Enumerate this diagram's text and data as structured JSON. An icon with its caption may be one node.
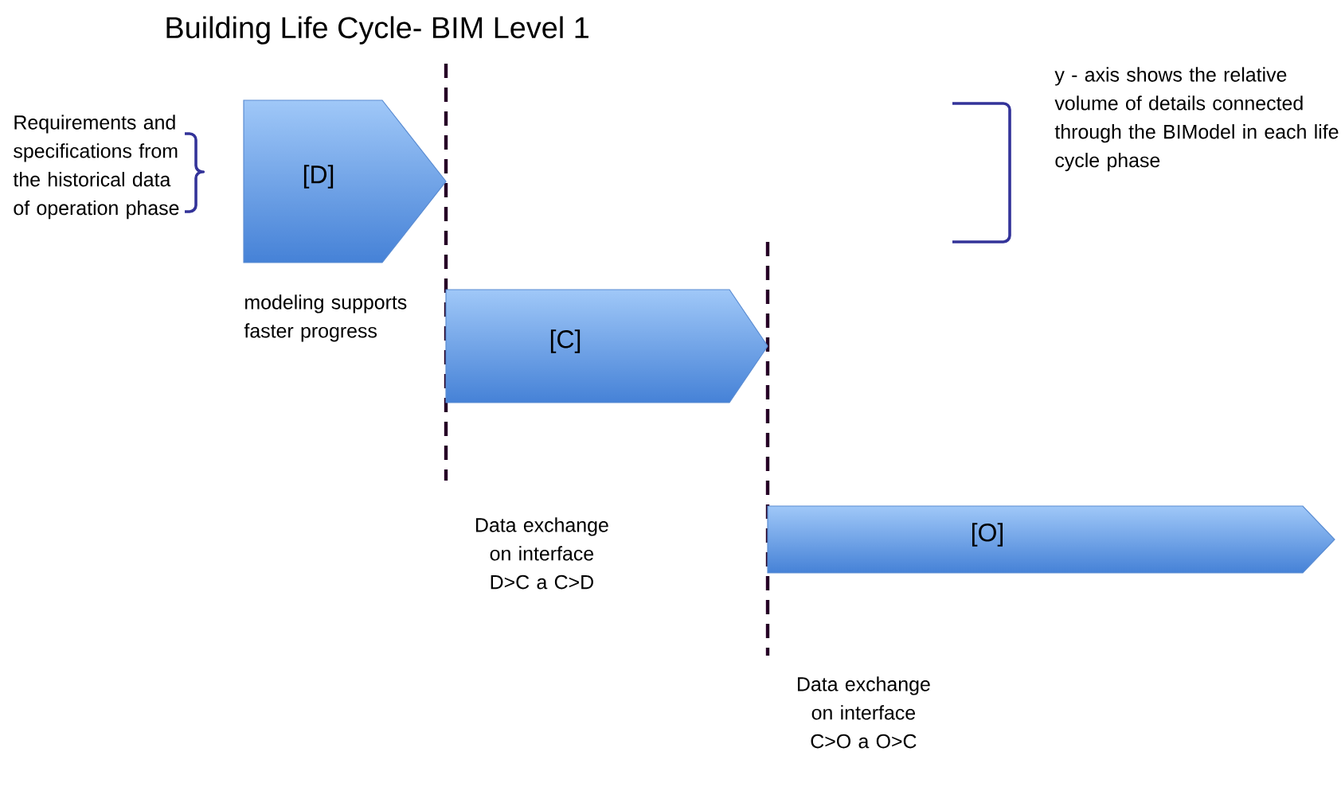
{
  "diagram": {
    "title": "Building Life Cycle- BIM Level 1",
    "nodes": [
      {
        "text": [
          "[D]"
        ]
      },
      {
        "text": [
          "[C]"
        ]
      },
      {
        "text": [
          "[O]"
        ]
      }
    ],
    "labels": [
      "Requirements and specifications from the historical data of operation phase",
      "y - axis shows the relative volume of details connected through the BIModel in each life cycle phase",
      "modeling supports faster progress",
      "Data exchange on interface D>C a C>D",
      "Data exchange on interface C>O a O>C"
    ]
  }
}
